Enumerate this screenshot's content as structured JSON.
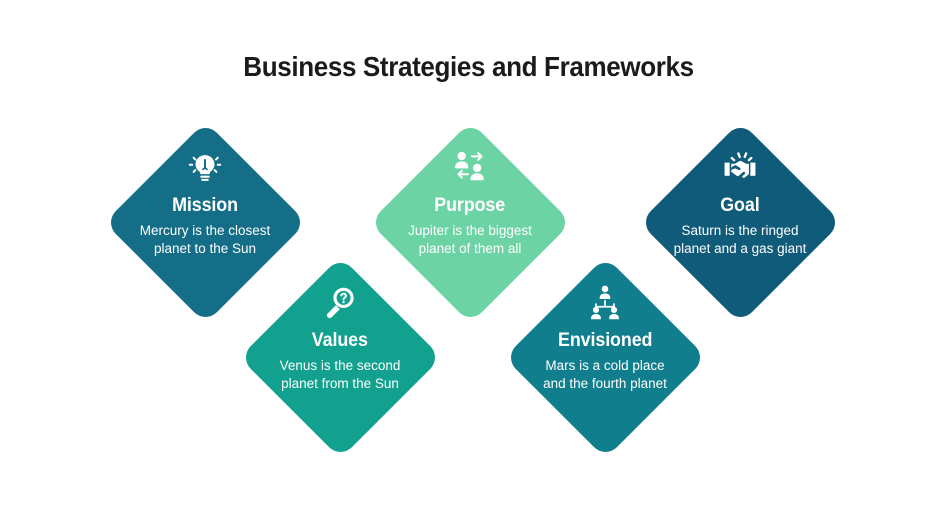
{
  "slide": {
    "title": "Business Strategies and Frameworks",
    "background_color": "#ffffff",
    "title_color": "#1b1b1b"
  },
  "cards": [
    {
      "id": "mission",
      "title": "Mission",
      "body": "Mercury is the closest planet to the Sun",
      "color": "#156E88",
      "icon": "lightbulb-idea-icon",
      "row": "top"
    },
    {
      "id": "values",
      "title": "Values",
      "body": "Venus is the second planet from the Sun",
      "color": "#12A18E",
      "icon": "magnifier-question-icon",
      "row": "bottom"
    },
    {
      "id": "purpose",
      "title": "Purpose",
      "body": "Jupiter is the biggest planet of them all",
      "color": "#6BD3A4",
      "icon": "people-exchange-icon",
      "row": "top"
    },
    {
      "id": "envisioned",
      "title": "Envisioned",
      "body": "Mars is a cold place and the fourth planet",
      "color": "#107E8C",
      "icon": "org-hierarchy-icon",
      "row": "bottom"
    },
    {
      "id": "goal",
      "title": "Goal",
      "body": "Saturn is the ringed planet and a gas giant",
      "color": "#0F5B79",
      "icon": "handshake-icon",
      "row": "top"
    }
  ]
}
